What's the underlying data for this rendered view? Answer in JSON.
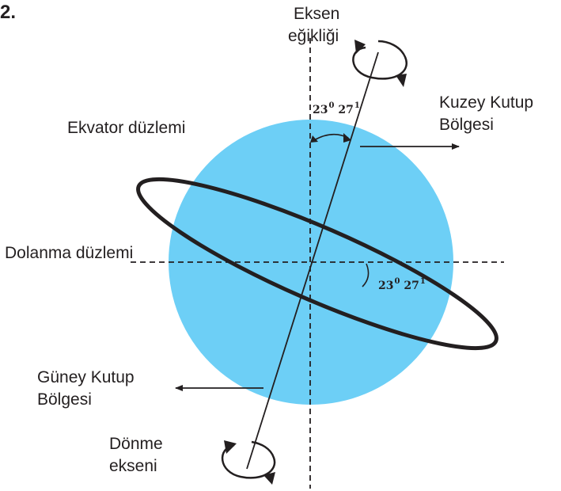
{
  "question": {
    "number": "2."
  },
  "labels": {
    "axis_tilt": [
      "Eksen",
      "eğikliği"
    ],
    "north_pole": [
      "Kuzey Kutup",
      "Bölgesi"
    ],
    "equator_plane": "Ekvator düzlemi",
    "orbit_plane": "Dolanma düzlemi",
    "south_pole": [
      "Güney Kutup",
      "Bölgesi"
    ],
    "rotation_axis": [
      "Dönme",
      "ekseni"
    ]
  },
  "angles": {
    "top": {
      "deg": "23",
      "deg_sup": "0",
      "min": "27",
      "min_sup": "1"
    },
    "right": {
      "deg": "23",
      "deg_sup": "0",
      "min": "27",
      "min_sup": "1"
    }
  },
  "colors": {
    "globe": "#6dcff6",
    "ink": "#231f20"
  }
}
